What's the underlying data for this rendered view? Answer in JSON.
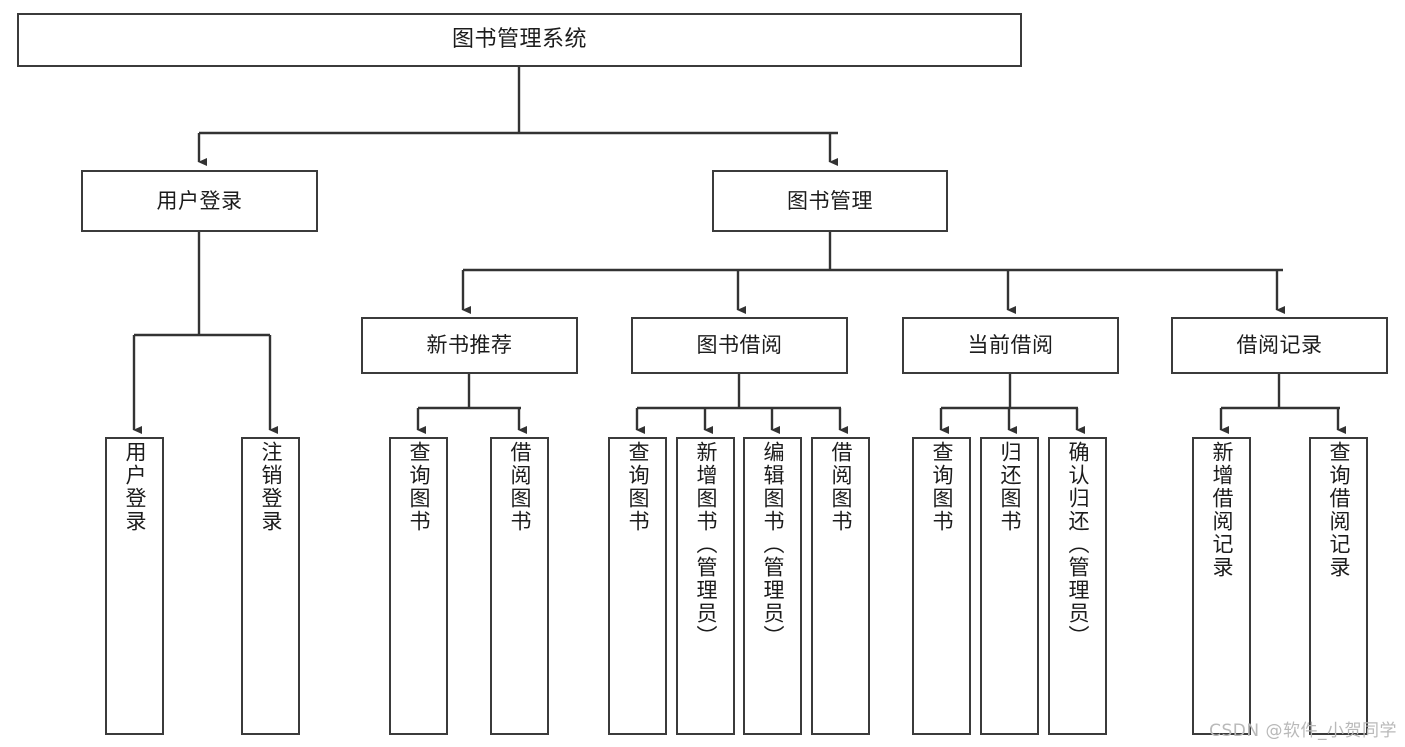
{
  "diagram": {
    "title": "图书管理系统",
    "type": "tree-hierarchy-chart",
    "colors": {
      "box_stroke": "#3b3b3b",
      "box_fill": "#ffffff",
      "edge": "#333333",
      "text": "#1c1c1c",
      "background": "#ffffff",
      "watermark": "#b9b9b9"
    },
    "levels": {
      "root": "系统",
      "level1": "模块",
      "level2": "子模块",
      "level3": "功能"
    }
  },
  "nodes": {
    "root": {
      "label": "图书管理系统"
    },
    "level1": [
      {
        "id": "user-login",
        "label": "用户登录"
      },
      {
        "id": "book-manage",
        "label": "图书管理"
      }
    ],
    "level2": [
      {
        "id": "new-book-rec",
        "label": "新书推荐"
      },
      {
        "id": "book-borrow",
        "label": "图书借阅"
      },
      {
        "id": "current-borrow",
        "label": "当前借阅"
      },
      {
        "id": "borrow-record",
        "label": "借阅记录"
      }
    ],
    "leaves": {
      "user-login": [
        {
          "id": "login",
          "label": "用户登录"
        },
        {
          "id": "logout",
          "label": "注销登录"
        }
      ],
      "new-book-rec": [
        {
          "id": "query-book-1",
          "label": "查询图书"
        },
        {
          "id": "borrow-book-1",
          "label": "借阅图书"
        }
      ],
      "book-borrow": [
        {
          "id": "query-book-2",
          "label": "查询图书"
        },
        {
          "id": "add-book",
          "label": "新增图书（管理员）"
        },
        {
          "id": "edit-book",
          "label": "编辑图书（管理员）"
        },
        {
          "id": "borrow-book-2",
          "label": "借阅图书"
        }
      ],
      "current-borrow": [
        {
          "id": "query-book-3",
          "label": "查询图书"
        },
        {
          "id": "return-book",
          "label": "归还图书"
        },
        {
          "id": "confirm-return",
          "label": "确认归还（管理员）"
        }
      ],
      "borrow-record": [
        {
          "id": "add-record",
          "label": "新增借阅记录"
        },
        {
          "id": "query-record",
          "label": "查询借阅记录"
        }
      ]
    }
  },
  "watermark": {
    "text": "CSDN @软件_小贺同学"
  }
}
